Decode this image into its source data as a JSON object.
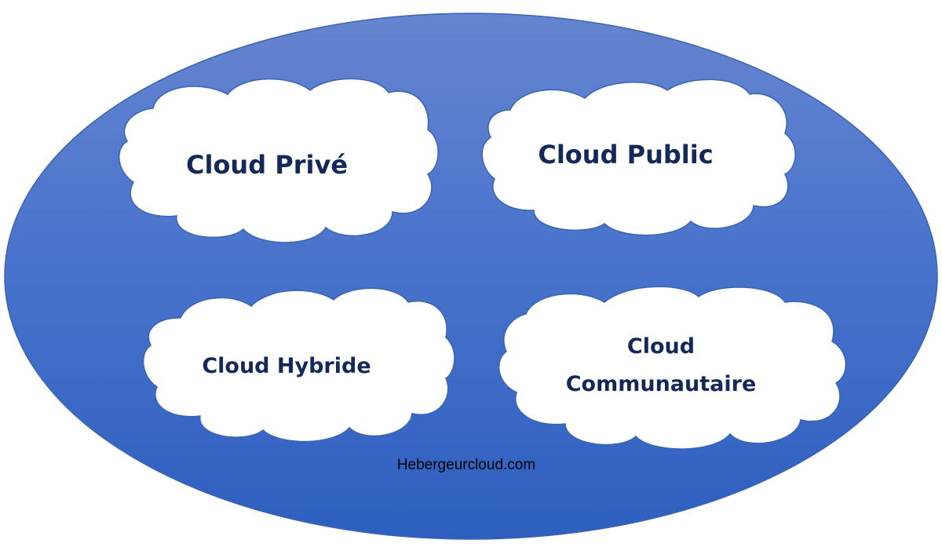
{
  "diagram": {
    "clouds": [
      {
        "id": "prive",
        "lines": [
          "Cloud Privé"
        ]
      },
      {
        "id": "public",
        "lines": [
          "Cloud Public"
        ]
      },
      {
        "id": "hybride",
        "lines": [
          "Cloud Hybride"
        ]
      },
      {
        "id": "communautaire",
        "lines": [
          "Cloud",
          "Communautaire"
        ]
      }
    ],
    "credit": "Hebergeurcloud.com"
  },
  "colors": {
    "ellipse_top": "#6584cf",
    "ellipse_bottom": "#2d5fbf",
    "cloud_fill": "#ffffff",
    "label_text": "#14285a"
  }
}
